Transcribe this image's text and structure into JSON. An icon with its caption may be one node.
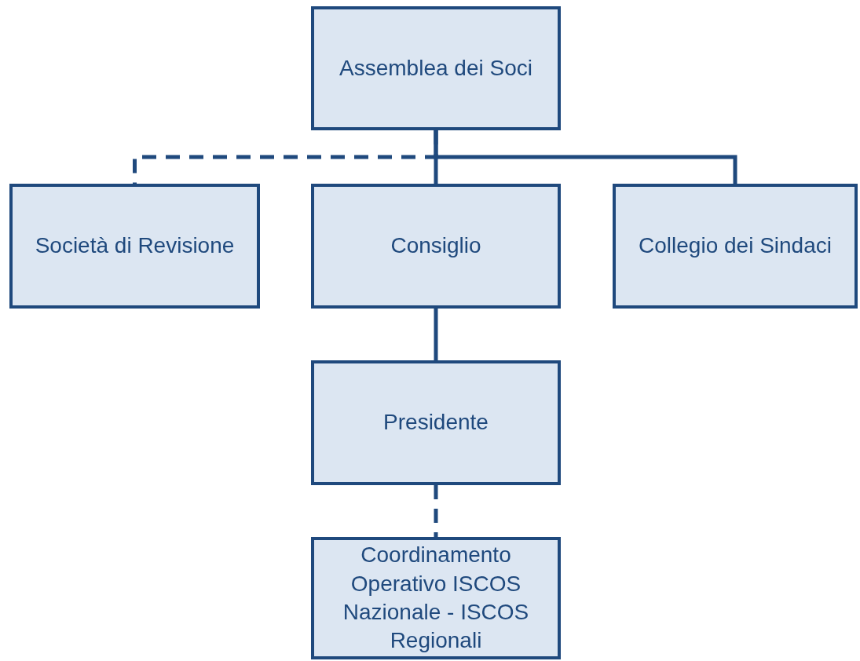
{
  "diagram": {
    "nodes": [
      {
        "text": [
          "Assemblea dei Soci"
        ]
      },
      {
        "text": [
          "Società di Revisione"
        ]
      },
      {
        "text": [
          "Consiglio"
        ]
      },
      {
        "text": [
          "Collegio dei Sindaci"
        ]
      },
      {
        "text": [
          "Presidente"
        ]
      },
      {
        "text": [
          "Coordinamento Operativo ISCOS Nazionale - ISCOS Regionali"
        ]
      }
    ],
    "edges": [
      {
        "from": 0,
        "to": 1,
        "arrow": "none",
        "style": "dashed"
      },
      {
        "from": 0,
        "to": 2,
        "arrow": "none"
      },
      {
        "from": 0,
        "to": 3,
        "arrow": "none"
      },
      {
        "from": 2,
        "to": 4,
        "arrow": "none"
      },
      {
        "from": 4,
        "to": 5,
        "arrow": "none",
        "style": "dashed"
      }
    ]
  }
}
